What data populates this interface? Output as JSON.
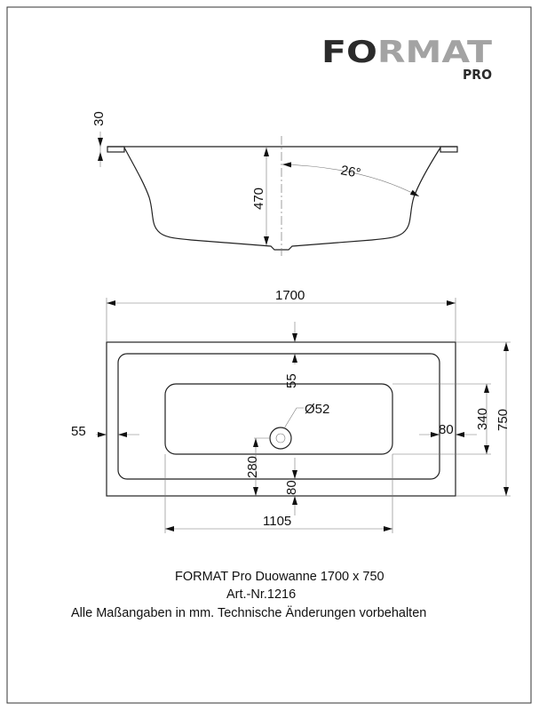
{
  "logo": {
    "brand": "FORMAT",
    "brand_dark_part": "FO",
    "brand_light_part": "RMAT",
    "sub": "PRO",
    "dark_color": "#2b2b2b",
    "light_color": "#a3a3a3"
  },
  "side_view": {
    "rim_thickness": "30",
    "depth": "470",
    "wall_angle": "26°"
  },
  "top_view": {
    "length": "1700",
    "width": "750",
    "rim_top": "55",
    "rim_left": "55",
    "rim_right": "80",
    "rim_bottom": "80",
    "basin_width": "340",
    "basin_length": "1105",
    "drain_diameter": "Ø52",
    "drain_offset": "280"
  },
  "caption": {
    "line1": "FORMAT Pro Duowanne 1700 x 750",
    "line2": "Art.-Nr.1216",
    "line3": "Alle Maßangaben in mm. Technische Änderungen vorbehalten"
  }
}
